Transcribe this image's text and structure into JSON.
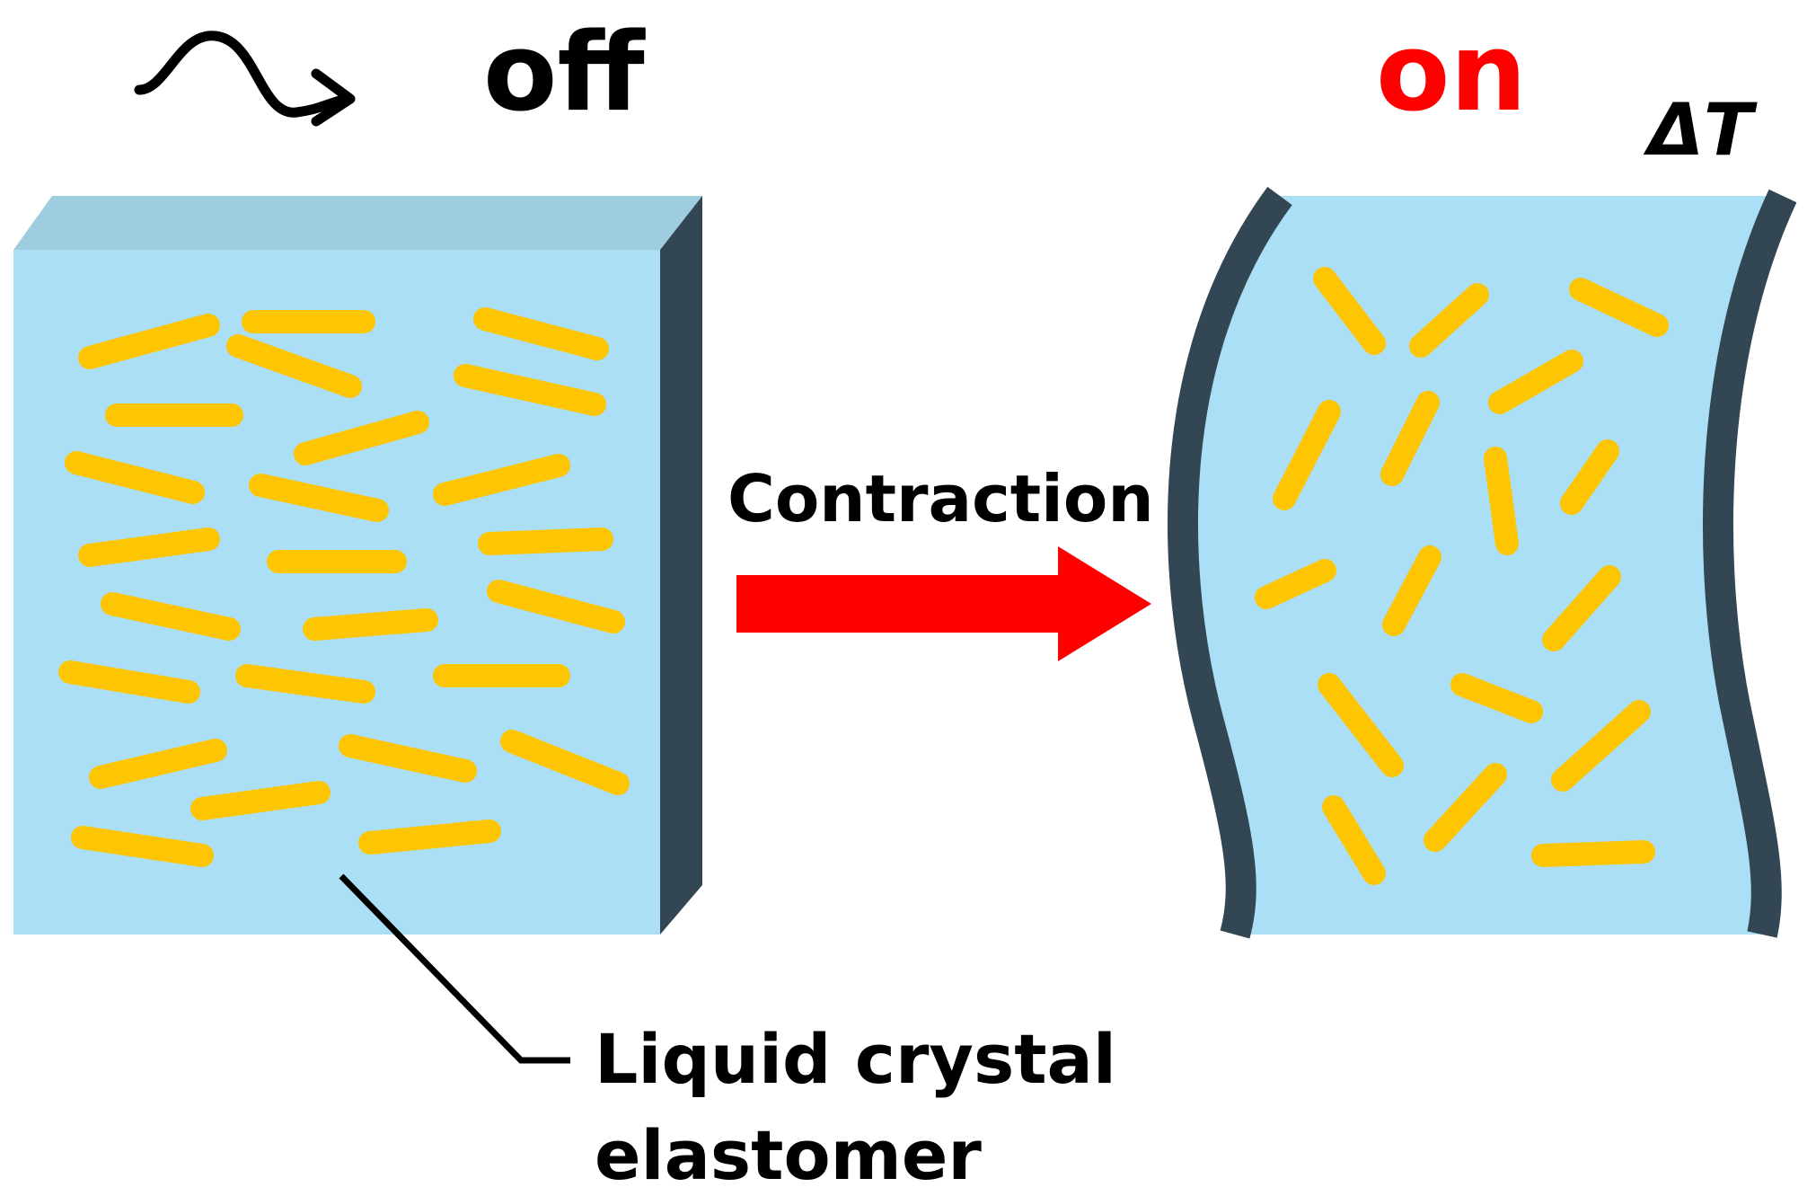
{
  "state_off": {
    "label": "off",
    "color": "#000000"
  },
  "state_on": {
    "label": "on",
    "color": "#ff0000"
  },
  "temperature_symbol": "ΔT",
  "process": {
    "label": "Contraction",
    "arrow_color": "#ff0000"
  },
  "material_label": {
    "line1": "Liquid crystal",
    "line2": "elastomer"
  },
  "colors": {
    "elastomer_fill": "#abdff6",
    "elastomer_top": "#9fcde0",
    "elastomer_edge": "#324753",
    "mesogen": "#fdc502",
    "text": "#000000"
  },
  "icons": {
    "wave": "wave-arrow-icon"
  }
}
